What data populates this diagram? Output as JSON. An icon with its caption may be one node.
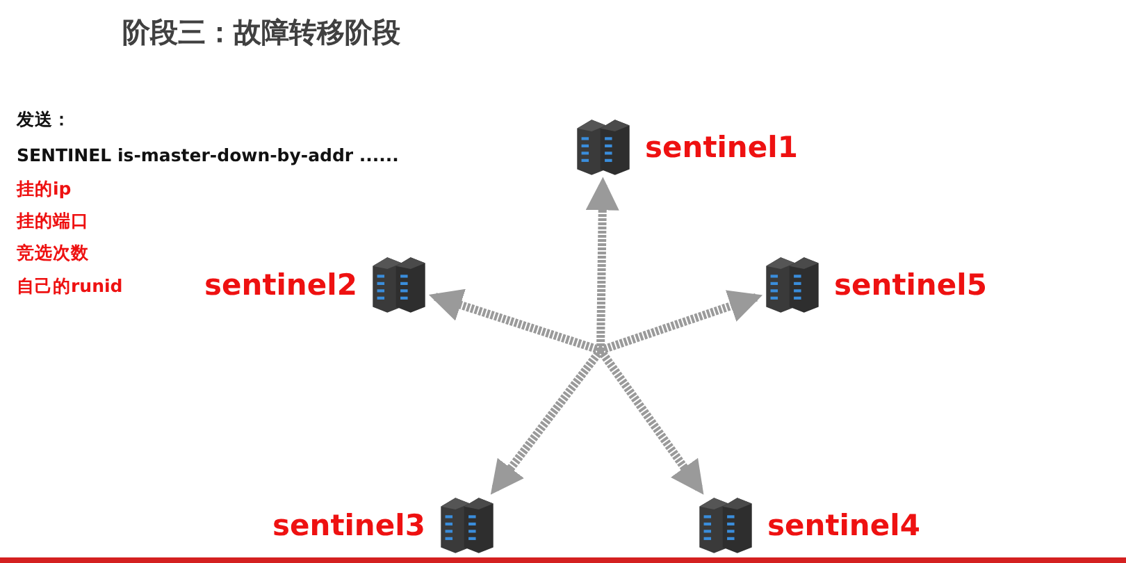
{
  "diagram": {
    "title": "阶段三：故障转移阶段",
    "nodes": [
      {
        "text": [],
        "shape": "server",
        "beside": [
          "sentinel1"
        ]
      },
      {
        "text": [],
        "shape": "server",
        "beside": [
          "sentinel2"
        ]
      },
      {
        "text": [],
        "shape": "server",
        "beside": [
          "sentinel5"
        ]
      },
      {
        "text": [],
        "shape": "server",
        "beside": [
          "sentinel3"
        ]
      },
      {
        "text": [],
        "shape": "server",
        "beside": [
          "sentinel4"
        ]
      }
    ],
    "edges": [
      {
        "from": null,
        "to": 0,
        "arrow": "to"
      },
      {
        "from": null,
        "to": 1,
        "arrow": "to"
      },
      {
        "from": null,
        "to": 2,
        "arrow": "to"
      },
      {
        "from": null,
        "to": 3,
        "arrow": "to"
      },
      {
        "from": null,
        "to": 4,
        "arrow": "to"
      }
    ],
    "labels": [
      "发送：",
      "SENTINEL is-master-down-by-addr ......",
      "挂的ip",
      "挂的端口",
      "竞选次数",
      "自己的runid"
    ]
  }
}
